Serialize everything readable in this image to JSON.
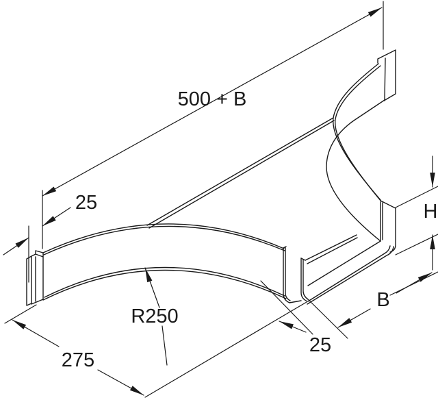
{
  "drawing": {
    "kind": "isometric technical line drawing",
    "subject": "cable tray add-on tee piece with curved R250 transition walls",
    "line_color": "#1a1a1a",
    "background_color": "#ffffff",
    "dimensions": {
      "overall_length": "500 + B",
      "left_flange_width": "25",
      "transition_radius": "R250",
      "left_section_length": "275",
      "right_flange_width": "25",
      "tray_width": "B",
      "side_rail_height": "H"
    }
  }
}
